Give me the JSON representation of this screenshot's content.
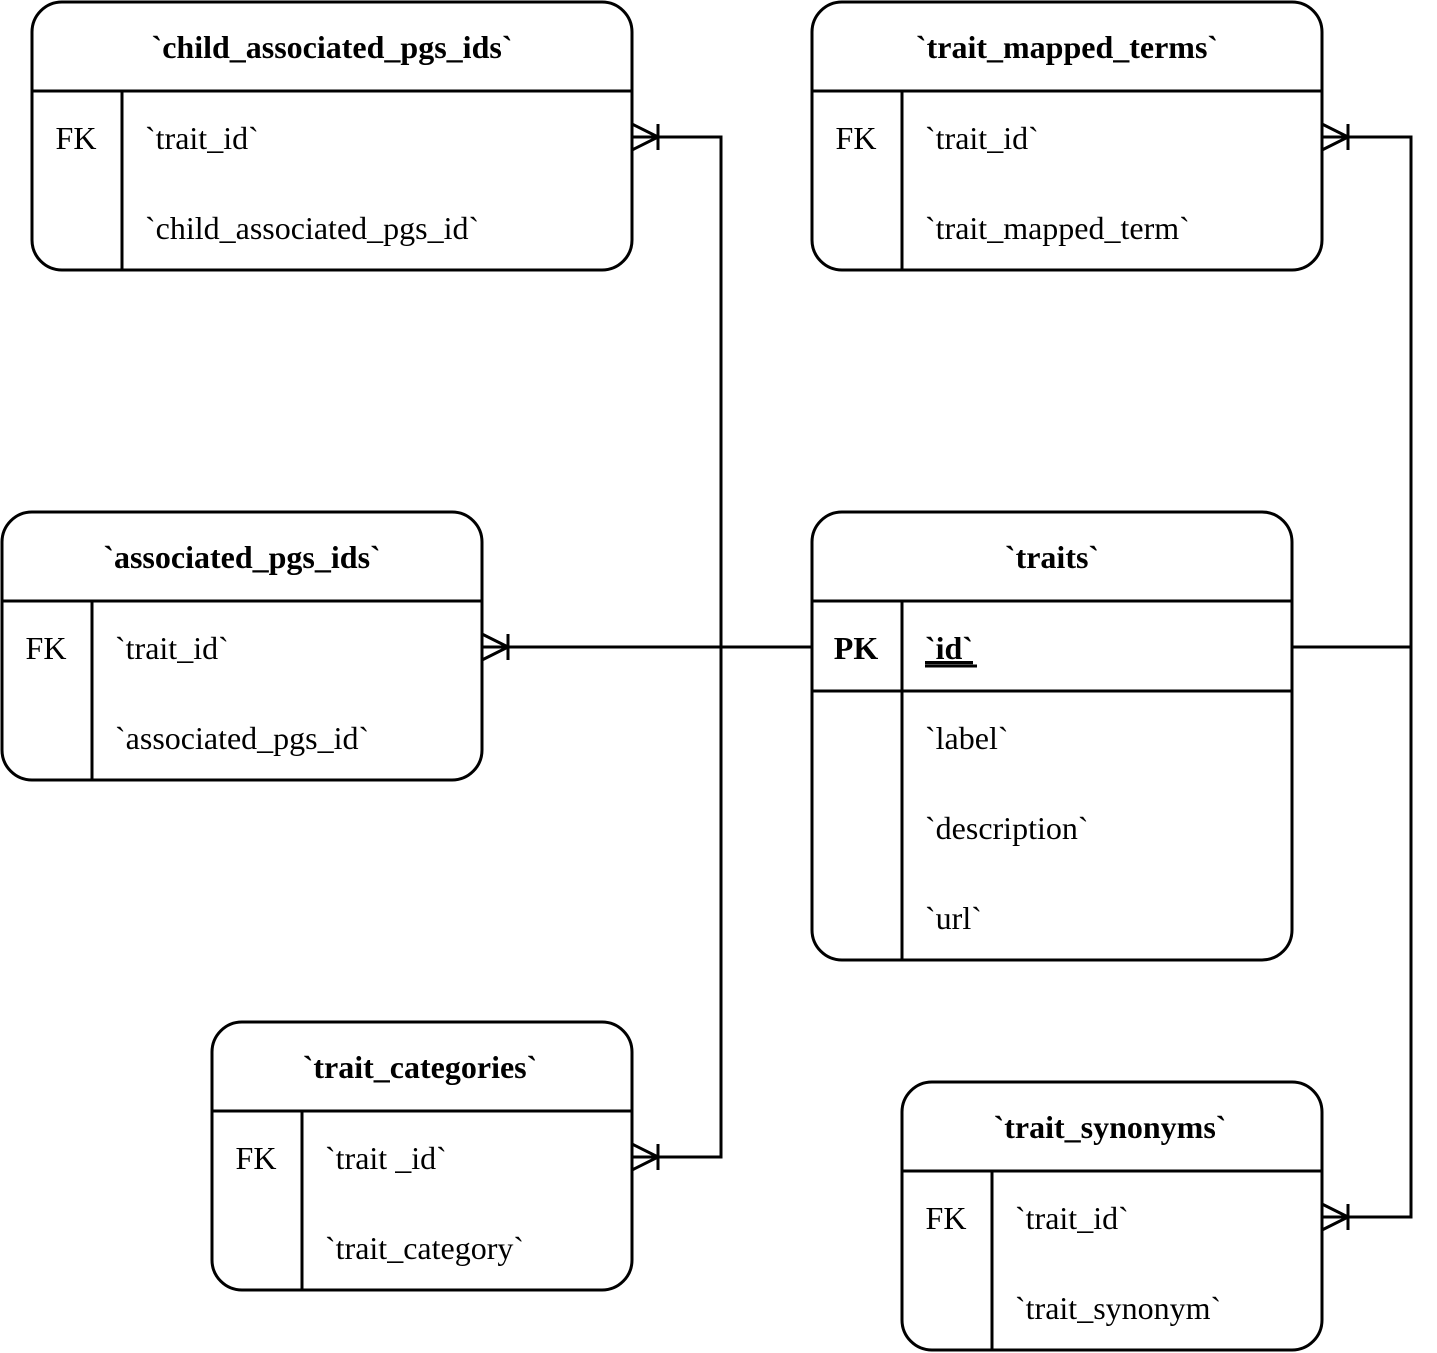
{
  "tables": {
    "child_associated_pgs_ids": {
      "title": "`child_associated_pgs_ids`",
      "rows": [
        {
          "key": "FK",
          "field": "`trait_id`"
        },
        {
          "key": "",
          "field": "`child_associated_pgs_id`"
        }
      ]
    },
    "trait_mapped_terms": {
      "title": "`trait_mapped_terms`",
      "rows": [
        {
          "key": "FK",
          "field": "`trait_id`"
        },
        {
          "key": "",
          "field": "`trait_mapped_term`"
        }
      ]
    },
    "associated_pgs_ids": {
      "title": "`associated_pgs_ids`",
      "rows": [
        {
          "key": "FK",
          "field": "`trait_id`"
        },
        {
          "key": "",
          "field": "`associated_pgs_id`"
        }
      ]
    },
    "traits": {
      "title": "`traits`",
      "rows": [
        {
          "key": "PK",
          "field": "`id`"
        },
        {
          "key": "",
          "field": "`label`"
        },
        {
          "key": "",
          "field": "`description`"
        },
        {
          "key": "",
          "field": "`url`"
        }
      ]
    },
    "trait_categories": {
      "title": "`trait_categories`",
      "rows": [
        {
          "key": "FK",
          "field": "`trait _id`"
        },
        {
          "key": "",
          "field": "`trait_category`"
        }
      ]
    },
    "trait_synonyms": {
      "title": "`trait_synonyms`",
      "rows": [
        {
          "key": "FK",
          "field": "`trait_id`"
        },
        {
          "key": "",
          "field": "`trait_synonym`"
        }
      ]
    }
  },
  "relationships": [
    {
      "from": "traits.id",
      "to": "child_associated_pgs_ids.trait_id",
      "cardinality": "one-to-many"
    },
    {
      "from": "traits.id",
      "to": "associated_pgs_ids.trait_id",
      "cardinality": "one-to-many"
    },
    {
      "from": "traits.id",
      "to": "trait_categories.trait_id",
      "cardinality": "one-to-many"
    },
    {
      "from": "traits.id",
      "to": "trait_mapped_terms.trait_id",
      "cardinality": "one-to-many"
    },
    {
      "from": "traits.id",
      "to": "trait_synonyms.trait_id",
      "cardinality": "one-to-many"
    }
  ]
}
